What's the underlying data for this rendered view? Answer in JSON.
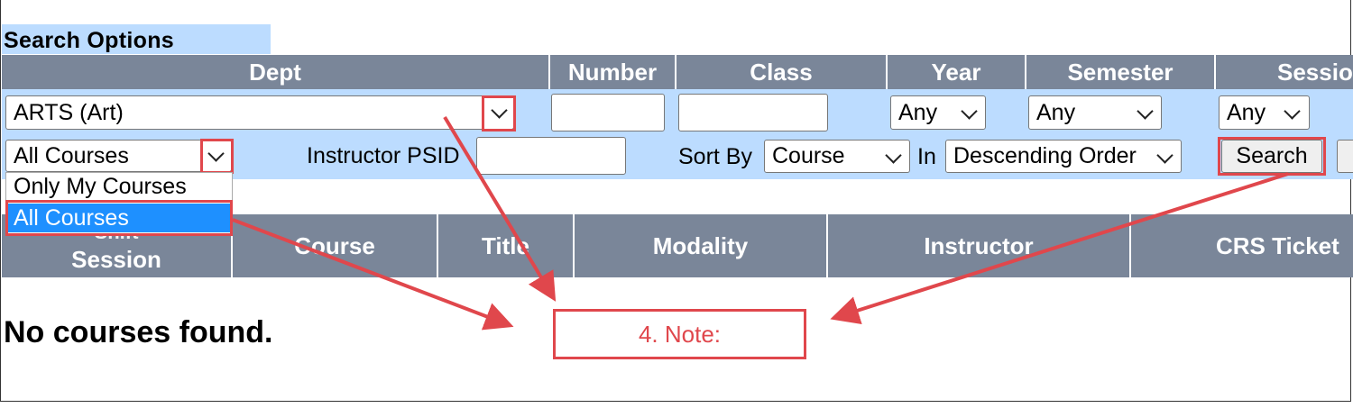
{
  "search_options": {
    "title": "Search Options"
  },
  "headers": {
    "dept": "Dept",
    "number": "Number",
    "class": "Class",
    "year": "Year",
    "semester": "Semester",
    "session": "Sessio"
  },
  "filters": {
    "dept_value": "ARTS (Art)",
    "number_value": "",
    "class_value": "",
    "year_value": "Any",
    "semester_value": "Any",
    "session_value": "Any",
    "courses_value": "All Courses",
    "instructor_label": "Instructor PSID",
    "instructor_value": "",
    "sort_by_label": "Sort By",
    "sort_by_value": "Course",
    "in_label": "In",
    "order_value": "Descending Order",
    "search_button": "Search"
  },
  "courses_dropdown": {
    "options": [
      "Only My Courses",
      "All Courses"
    ],
    "selected": "All Courses"
  },
  "table": {
    "columns": [
      "Session",
      "Course",
      "Title",
      "Modality",
      "Instructor",
      "CRS Ticket"
    ],
    "partially_hidden_header": "Shift"
  },
  "empty_message": "No courses found.",
  "annotation": {
    "note": "4. Note:"
  },
  "colors": {
    "header_bg": "#7a8699",
    "band_bg": "#bcdcff",
    "highlight": "#e0474c",
    "selected_option": "#1e90ff"
  }
}
